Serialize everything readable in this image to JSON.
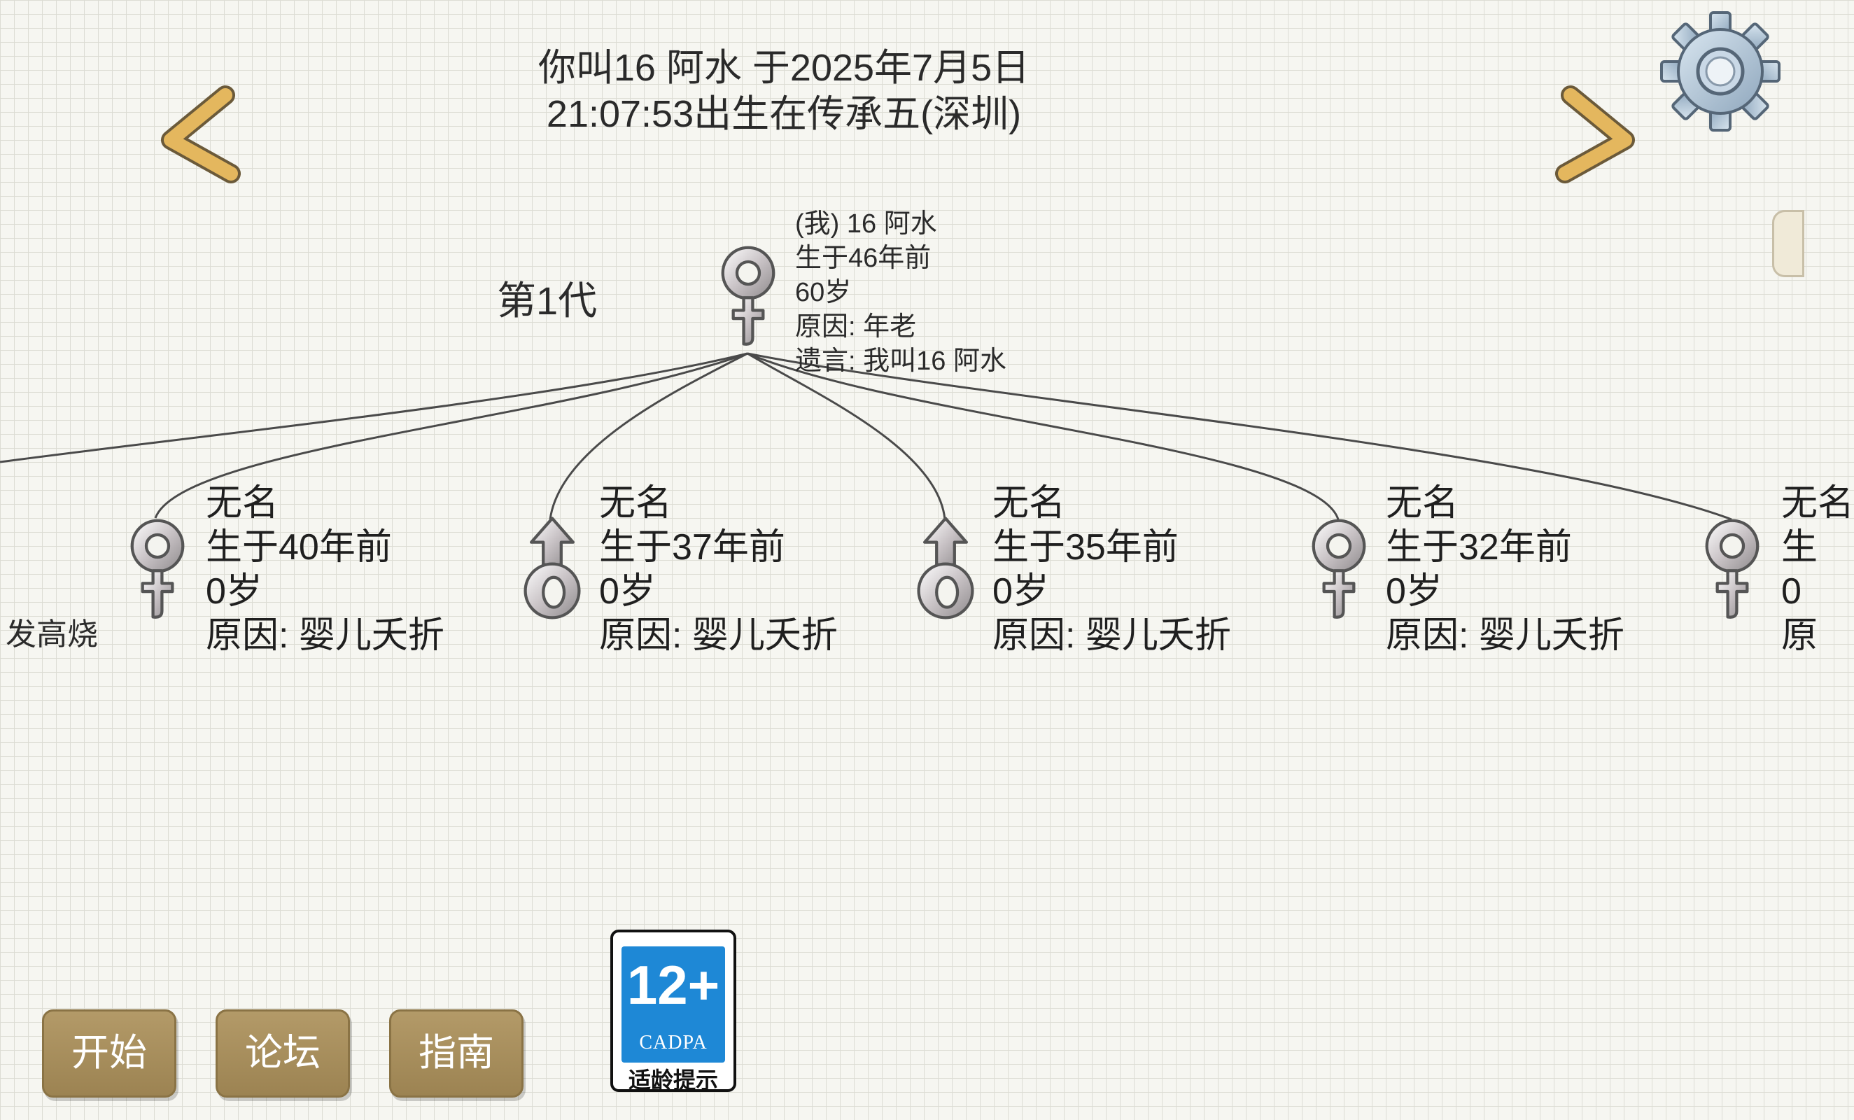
{
  "header": {
    "line1": "你叫16 阿水 于2025年7月5日",
    "line2": "21:07:53出生在传承五(深圳)"
  },
  "generation_label": "第1代",
  "ancestor": {
    "name": "(我) 16 阿水",
    "born": "生于46年前",
    "age": "60岁",
    "cause": "原因:  年老",
    "will": "遗言:  我叫16 阿水",
    "gender": "female"
  },
  "children": [
    {
      "name": "无名",
      "born": "生于40年前",
      "age": "0岁",
      "cause": "原因:  婴儿夭折",
      "gender": "female"
    },
    {
      "name": "无名",
      "born": "生于37年前",
      "age": "0岁",
      "cause": "原因:  婴儿夭折",
      "gender": "male"
    },
    {
      "name": "无名",
      "born": "生于35年前",
      "age": "0岁",
      "cause": "原因:  婴儿夭折",
      "gender": "male"
    },
    {
      "name": "无名",
      "born": "生于32年前",
      "age": "0岁",
      "cause": "原因:  婴儿夭折",
      "gender": "female"
    }
  ],
  "partial_left_text": "发高烧",
  "partial_right_child": {
    "name": "无名",
    "born": "生",
    "age": "0",
    "cause": "原",
    "gender": "female"
  },
  "buttons": {
    "start": "开始",
    "forum": "论坛",
    "guide": "指南"
  },
  "age_rating": {
    "rating": "12+",
    "org": "CADPA",
    "tip": "适龄提示"
  },
  "icons": {
    "prev": "chevron-left-icon",
    "next": "chevron-right-icon",
    "settings": "gear-icon",
    "female": "female-symbol-icon",
    "male": "male-symbol-icon"
  },
  "colors": {
    "button": "#a88e5c",
    "arrow": "#e2b45a",
    "badge_blue": "#1e88d6",
    "background": "#f6f6f1"
  }
}
